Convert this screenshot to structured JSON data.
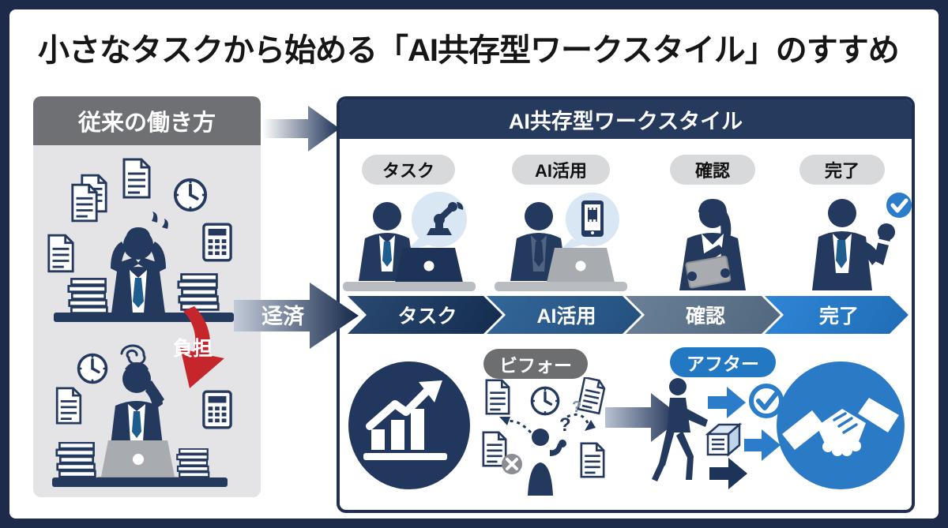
{
  "title": "小さなタスクから始める「AI共存型ワークスタイル」のすすめ",
  "left_panel": {
    "header": "従来の働き方",
    "burden_label": "負担"
  },
  "transition": {
    "arrow_label": "迳済"
  },
  "right_panel": {
    "header": "AI共存型ワークスタイル",
    "step_badges": [
      "タスク",
      "AI活用",
      "確認",
      "完了"
    ],
    "process_steps": [
      "タスク",
      "AI活用",
      "確認",
      "完了"
    ],
    "before_badge": "ビフォー",
    "after_badge": "アフター",
    "question_marks": [
      "?",
      "?"
    ]
  },
  "colors": {
    "frame_navy": "#1e2a4a",
    "panel_gray": "#e4e4e6",
    "header_gray": "#6e7074",
    "header_navy": "#263a5e",
    "silhouette_navy": "#24395e",
    "accent_blue": "#2b7cc9",
    "burden_red": "#c5262c",
    "before_gray": "#6d6e70",
    "after_blue": "#2278c2",
    "process_step_colors": [
      "#1c3a63",
      "#2a5c94",
      "#5d7389",
      "#2b7cc9"
    ]
  }
}
